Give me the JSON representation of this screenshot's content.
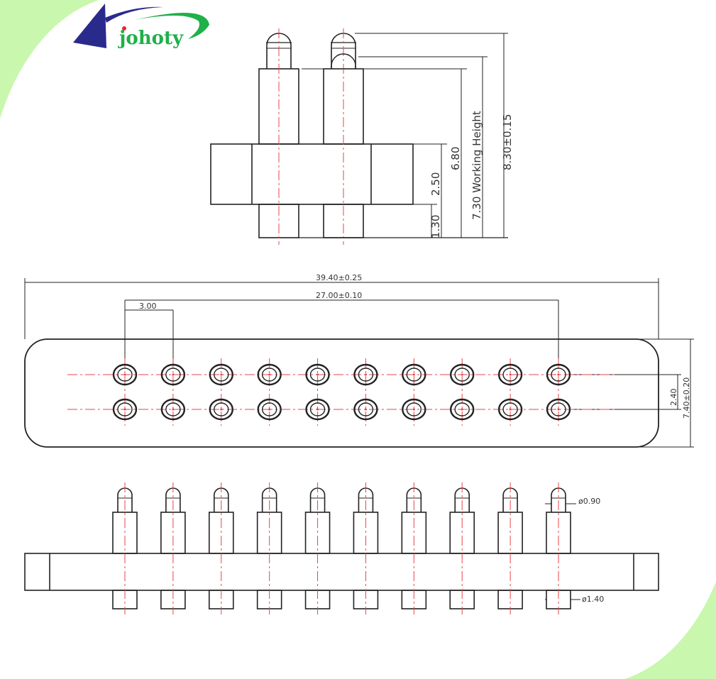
{
  "logo": {
    "brand": "johoty"
  },
  "top_view": {
    "dim_total": "8.30±0.15",
    "dim_working": "7.30 Working Height",
    "dim_above_base": "6.80",
    "dim_base": "2.50",
    "dim_tail": "1.30"
  },
  "plan_view": {
    "dim_length": "39.40±0.25",
    "dim_span": "27.00±0.10",
    "dim_pitch": "3.00",
    "dim_row_pitch": "2.40",
    "dim_width": "7.40±0.20",
    "columns": 10,
    "rows": 2
  },
  "side_view": {
    "dim_tip_dia": "ø0.90",
    "dim_tail_dia": "ø1.40",
    "pins": 10
  },
  "colors": {
    "corner": "#c8f7ad",
    "line": "#222222",
    "center": "#e8454a",
    "brand_green": "#1fb04a",
    "brand_blue": "#2a2a8c"
  }
}
